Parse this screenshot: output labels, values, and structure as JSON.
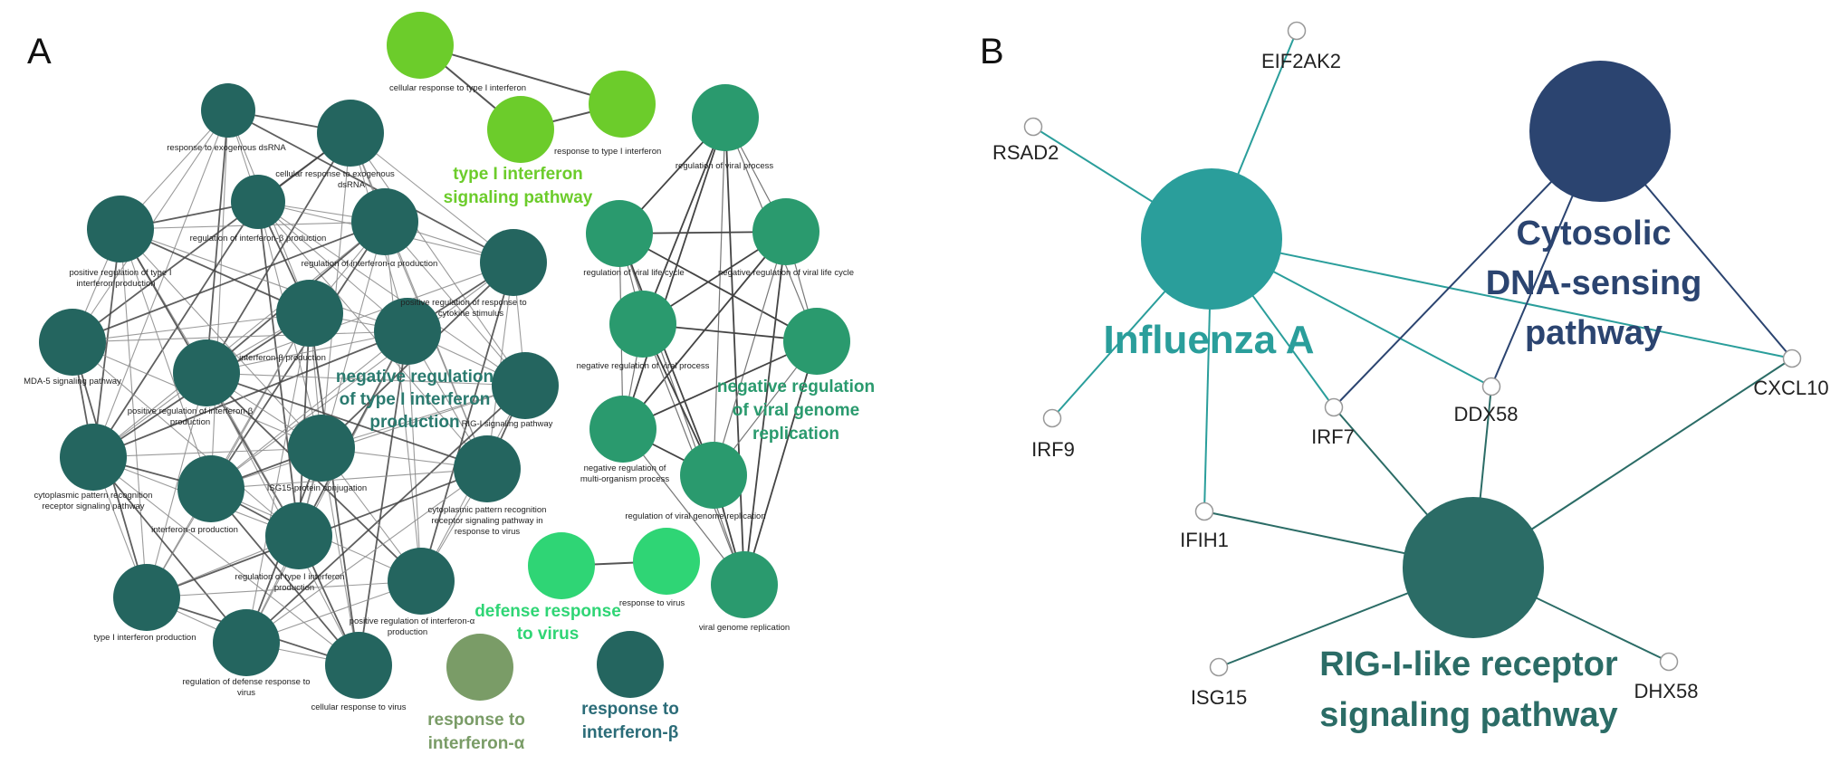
{
  "panels": {
    "a": "A",
    "b": "B"
  },
  "colors": {
    "lime": "#6ccc2b",
    "teal_dark": "#24655f",
    "green_med": "#2a9a6e",
    "green_bright": "#2fd575",
    "olive": "#7a9c67",
    "influenza": "#2a9e9b",
    "cytosolic": "#2b4470",
    "rig": "#2b6c66"
  },
  "panel_a": {
    "nodes": [
      {
        "id": "cellular response to type I interferon",
        "color": "lime"
      },
      {
        "id": "type I interferon signaling pathway A",
        "color": "lime"
      },
      {
        "id": "response to type I interferon",
        "color": "lime"
      },
      {
        "id": "response to exogenous dsRNA",
        "color": "teal_dark"
      },
      {
        "id": "cellular response to exogenous dsRNA",
        "color": "teal_dark"
      },
      {
        "id": "regulation of interferon-β production",
        "color": "teal_dark"
      },
      {
        "id": "positive regulation of type I interferon production",
        "color": "teal_dark"
      },
      {
        "id": "regulation of interferon-α production",
        "color": "teal_dark"
      },
      {
        "id": "positive regulation of response to cytokine stimulus",
        "color": "teal_dark"
      },
      {
        "id": "MDA-5 signaling pathway",
        "color": "teal_dark"
      },
      {
        "id": "negative regulation of type I interferon production",
        "color": "teal_dark"
      },
      {
        "id": "interferon-β production",
        "color": "teal_dark"
      },
      {
        "id": "RIG-I signaling pathway",
        "color": "teal_dark"
      },
      {
        "id": "positive regulation of interferon-β production",
        "color": "teal_dark"
      },
      {
        "id": "cytoplasmic pattern recognition receptor signaling pathway",
        "color": "teal_dark"
      },
      {
        "id": "ISG15-protein conjugation",
        "color": "teal_dark"
      },
      {
        "id": "cytoplasmic pattern recognition receptor signaling pathway in response to virus",
        "color": "teal_dark"
      },
      {
        "id": "interferon-α production",
        "color": "teal_dark"
      },
      {
        "id": "regulation of type I interferon production",
        "color": "teal_dark"
      },
      {
        "id": "type I interferon production",
        "color": "teal_dark"
      },
      {
        "id": "positive regulation of interferon-α production",
        "color": "teal_dark"
      },
      {
        "id": "regulation of defense response to virus",
        "color": "teal_dark"
      },
      {
        "id": "cellular response to virus",
        "color": "teal_dark"
      },
      {
        "id": "regulation of viral process",
        "color": "green_med"
      },
      {
        "id": "regulation of viral life cycle",
        "color": "green_med"
      },
      {
        "id": "negative regulation of viral life cycle",
        "color": "green_med"
      },
      {
        "id": "negative regulation of viral process",
        "color": "green_med"
      },
      {
        "id": "negative regulation of viral genome replication",
        "color": "green_med"
      },
      {
        "id": "negative regulation of multi-organism process",
        "color": "green_med"
      },
      {
        "id": "regulation of viral genome replication",
        "color": "green_med"
      },
      {
        "id": "viral genome replication",
        "color": "green_med"
      },
      {
        "id": "defense response to virus",
        "color": "green_bright"
      },
      {
        "id": "response to virus",
        "color": "green_bright"
      },
      {
        "id": "response to interferon-α",
        "color": "olive"
      },
      {
        "id": "response to interferon-β",
        "color": "teal_dark"
      }
    ],
    "node_labels": {
      "cellular_response_type1": "cellular response to type I interferon",
      "response_type1": "response to type I interferon",
      "response_exo_dsrna": "response to exogenous dsRNA",
      "cellular_response_exo_l1": "cellular response to exogenous",
      "cellular_response_exo_l2": "dsRNA",
      "reg_ifnb": "regulation of interferon-β production",
      "pos_reg_type1_l1": "positive regulation of type I",
      "pos_reg_type1_l2": "interferon production",
      "reg_ifna": "regulation of interferon-α production",
      "pos_reg_cytokine_l1": "positive regulation of response to",
      "pos_reg_cytokine_l2": "cytokine stimulus",
      "ifnb_prod": "interferon-β production",
      "mda5": "MDA-5 signaling pathway",
      "rig1": "RIG-I signaling pathway",
      "pos_reg_ifnb_l1": "positive regulation of interferon-β",
      "pos_reg_ifnb_l2": "production",
      "isg15": "ISG15-protein conjugation",
      "cyto_prr_l1": "cytoplasmic pattern recognition",
      "cyto_prr_l2": "receptor signaling pathway",
      "cyto_prr_virus_l1": "cytoplasmic pattern recognition",
      "cyto_prr_virus_l2": "receptor signaling pathway in",
      "cyto_prr_virus_l3": "response to virus",
      "ifna_prod": "interferon-α production",
      "reg_type1_l1": "regulation of type I interferon",
      "reg_type1_l2": "production",
      "type1_prod": "type I interferon production",
      "pos_reg_ifna_l1": "positive regulation of interferon-α",
      "pos_reg_ifna_l2": "production",
      "reg_defense_l1": "regulation of defense response to",
      "reg_defense_l2": "virus",
      "cell_resp_virus": "cellular response to virus",
      "reg_viral_process": "regulation of viral process",
      "reg_viral_life": "regulation of viral life cycle",
      "neg_reg_viral_life": "negative regulation of viral life cycle",
      "neg_reg_viral_process": "negative regulation of viral process",
      "neg_reg_multi_l1": "negative regulation of",
      "neg_reg_multi_l2": "multi-organism process",
      "reg_viral_genome": "regulation of viral genome replication",
      "viral_genome": "viral genome replication",
      "resp_virus": "response to virus"
    },
    "cluster_labels": {
      "type1_l1": "type I interferon",
      "type1_l2": "signaling pathway",
      "negreg_l1": "negative regulation",
      "negreg_l2": "of type I interferon",
      "negreg_l3": "production",
      "viral_l1": "negative regulation",
      "viral_l2": "of viral genome",
      "viral_l3": "replication",
      "defense_l1": "defense response",
      "defense_l2": "to virus",
      "ifna_l1": "response to",
      "ifna_l2": "interferon-α",
      "ifnb_l1": "response to",
      "ifnb_l2": "interferon-β"
    }
  },
  "panel_b": {
    "hubs": {
      "influenza": "Influenza A",
      "cytosolic_l1": "Cytosolic",
      "cytosolic_l2": "DNA-sensing",
      "cytosolic_l3": "pathway",
      "rig_l1": "RIG-I-like receptor",
      "rig_l2": "signaling pathway"
    },
    "genes": [
      "EIF2AK2",
      "RSAD2",
      "IRF9",
      "IRF7",
      "DDX58",
      "CXCL10",
      "IFIH1",
      "ISG15",
      "DHX58"
    ]
  }
}
